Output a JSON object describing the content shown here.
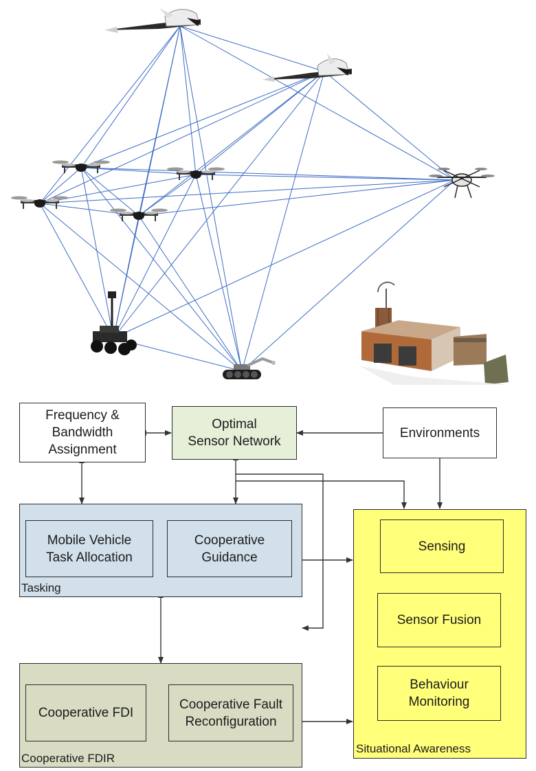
{
  "network": {
    "nodes": [
      {
        "id": "fw1",
        "kind": "fixed-wing-drone"
      },
      {
        "id": "fw2",
        "kind": "fixed-wing-drone"
      },
      {
        "id": "q1",
        "kind": "quadcopter"
      },
      {
        "id": "q2",
        "kind": "quadcopter"
      },
      {
        "id": "q3",
        "kind": "quadcopter"
      },
      {
        "id": "q4",
        "kind": "quadcopter"
      },
      {
        "id": "hex",
        "kind": "hexacopter"
      },
      {
        "id": "ugv1",
        "kind": "ground-robot"
      },
      {
        "id": "ugv2",
        "kind": "tracked-robot"
      },
      {
        "id": "station",
        "kind": "ground-station-building"
      }
    ],
    "links": [
      [
        "fw1",
        "fw2"
      ],
      [
        "fw1",
        "q1"
      ],
      [
        "fw1",
        "q2"
      ],
      [
        "fw1",
        "q3"
      ],
      [
        "fw1",
        "q4"
      ],
      [
        "fw1",
        "hex"
      ],
      [
        "fw1",
        "ugv1"
      ],
      [
        "fw1",
        "ugv2"
      ],
      [
        "fw2",
        "q1"
      ],
      [
        "fw2",
        "q2"
      ],
      [
        "fw2",
        "q3"
      ],
      [
        "fw2",
        "q4"
      ],
      [
        "fw2",
        "hex"
      ],
      [
        "fw2",
        "ugv1"
      ],
      [
        "fw2",
        "ugv2"
      ],
      [
        "q1",
        "q2"
      ],
      [
        "q1",
        "q3"
      ],
      [
        "q1",
        "q4"
      ],
      [
        "q1",
        "hex"
      ],
      [
        "q1",
        "ugv1"
      ],
      [
        "q1",
        "ugv2"
      ],
      [
        "q2",
        "q3"
      ],
      [
        "q2",
        "q4"
      ],
      [
        "q2",
        "hex"
      ],
      [
        "q2",
        "ugv1"
      ],
      [
        "q2",
        "ugv2"
      ],
      [
        "q3",
        "q4"
      ],
      [
        "q3",
        "hex"
      ],
      [
        "q3",
        "ugv1"
      ],
      [
        "q3",
        "ugv2"
      ],
      [
        "q4",
        "hex"
      ],
      [
        "q4",
        "ugv1"
      ],
      [
        "q4",
        "ugv2"
      ],
      [
        "hex",
        "ugv1"
      ],
      [
        "hex",
        "ugv2"
      ],
      [
        "ugv1",
        "ugv2"
      ]
    ],
    "link_color": "#3b6bc4"
  },
  "blocks": {
    "freq": "Frequency &\nBandwidth\nAssignment",
    "osn": "Optimal\nSensor Network",
    "env": "Environments",
    "mvta": "Mobile Vehicle\nTask Allocation",
    "cg": "Cooperative\nGuidance",
    "tasking": "Tasking",
    "cfdi": "Cooperative FDI",
    "cfr": "Cooperative Fault\nReconfiguration",
    "cfdir": "Cooperative FDIR",
    "sensing": "Sensing",
    "fusion": "Sensor Fusion",
    "behav": "Behaviour\nMonitoring",
    "sa": "Situational Awareness"
  },
  "colors": {
    "optimal_sensor_network": "#e6efd8",
    "tasking": "#d2e0eb",
    "cooperative_fdir": "#d9dcc3",
    "situational_awareness": "#ffff7a",
    "arrows": "#333333"
  }
}
